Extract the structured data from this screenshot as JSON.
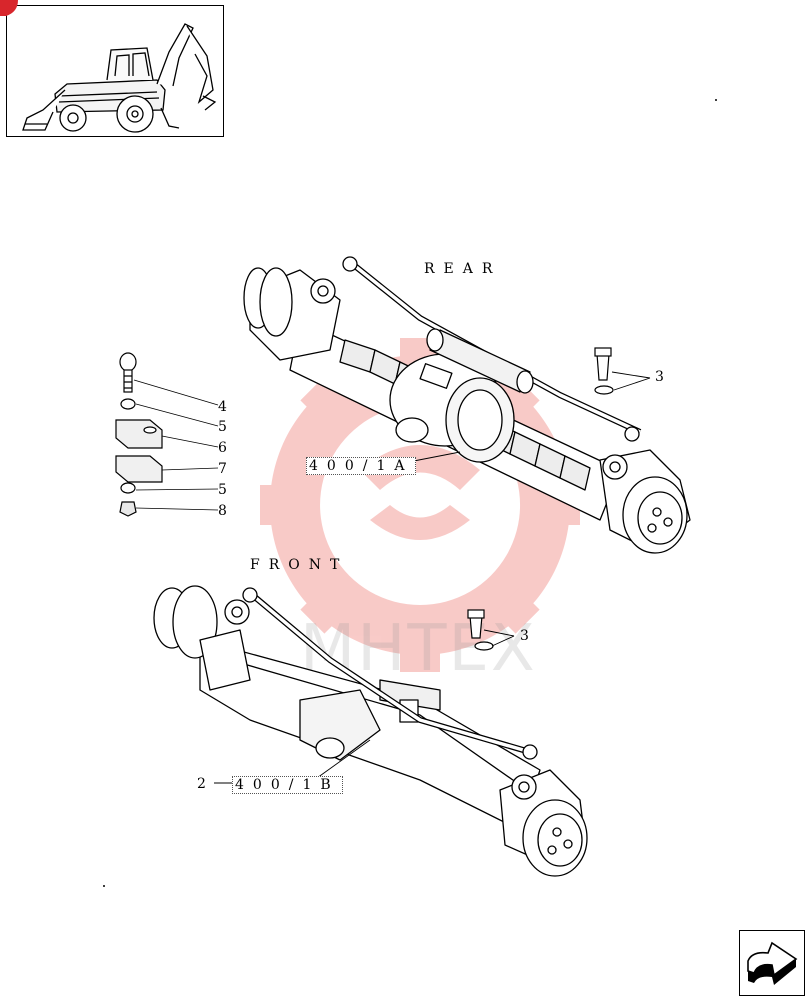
{
  "diagram": {
    "headings": {
      "rear": "REAR",
      "front": "FRONT"
    },
    "references": {
      "rear_axle": "400/1A",
      "front_axle_prefix": "2",
      "front_axle": "400/1B"
    },
    "callouts": [
      "3",
      "4",
      "5",
      "6",
      "7",
      "5",
      "8",
      "3"
    ],
    "watermark": "MHTEX",
    "thumbnail_icon": "backhoe-loader-thumbnail",
    "next_page_icon": "next-page-arrow-icon",
    "watermark_color": "#e8433a"
  }
}
